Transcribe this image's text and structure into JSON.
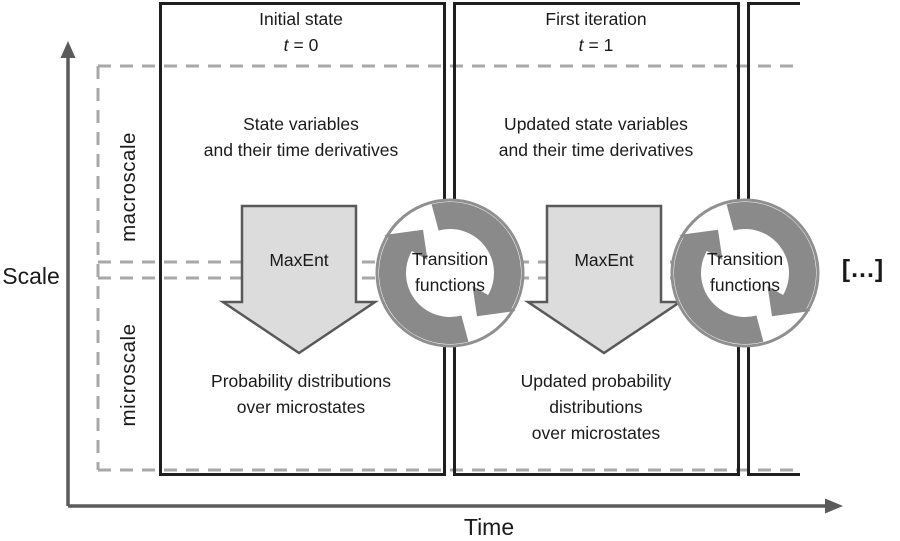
{
  "figure": {
    "y_axis_label": "Scale",
    "x_axis_label": "Time",
    "bands": {
      "macro": "macroscale",
      "micro": "microscale"
    },
    "columns": [
      {
        "title": "Initial state",
        "time_var": "t",
        "time_eq": "= 0",
        "macro_line1": "State variables",
        "macro_line2": "and their time derivatives",
        "micro_line1": "Probability distributions",
        "micro_line2": "over microstates"
      },
      {
        "title": "First iteration",
        "time_var": "t",
        "time_eq": "= 1",
        "macro_line1": "Updated state variables",
        "macro_line2": "and their time derivatives",
        "micro_line1": "Updated probability",
        "micro_line2": "distributions",
        "micro_line3": "over microstates"
      }
    ],
    "maxent": {
      "label": "MaxEnt"
    },
    "transition": {
      "line1": "Transition",
      "line2": "functions"
    },
    "continuation": "[...]",
    "colors": {
      "text": "#1a1a1a",
      "box_border": "#1f1f1f",
      "axis": "#5a5a5a",
      "dashed": "#a8a8a8",
      "maxent_fill": "#dcdcdc",
      "maxent_stroke": "#595959",
      "cycle_gray": "#8a8a8a"
    }
  }
}
